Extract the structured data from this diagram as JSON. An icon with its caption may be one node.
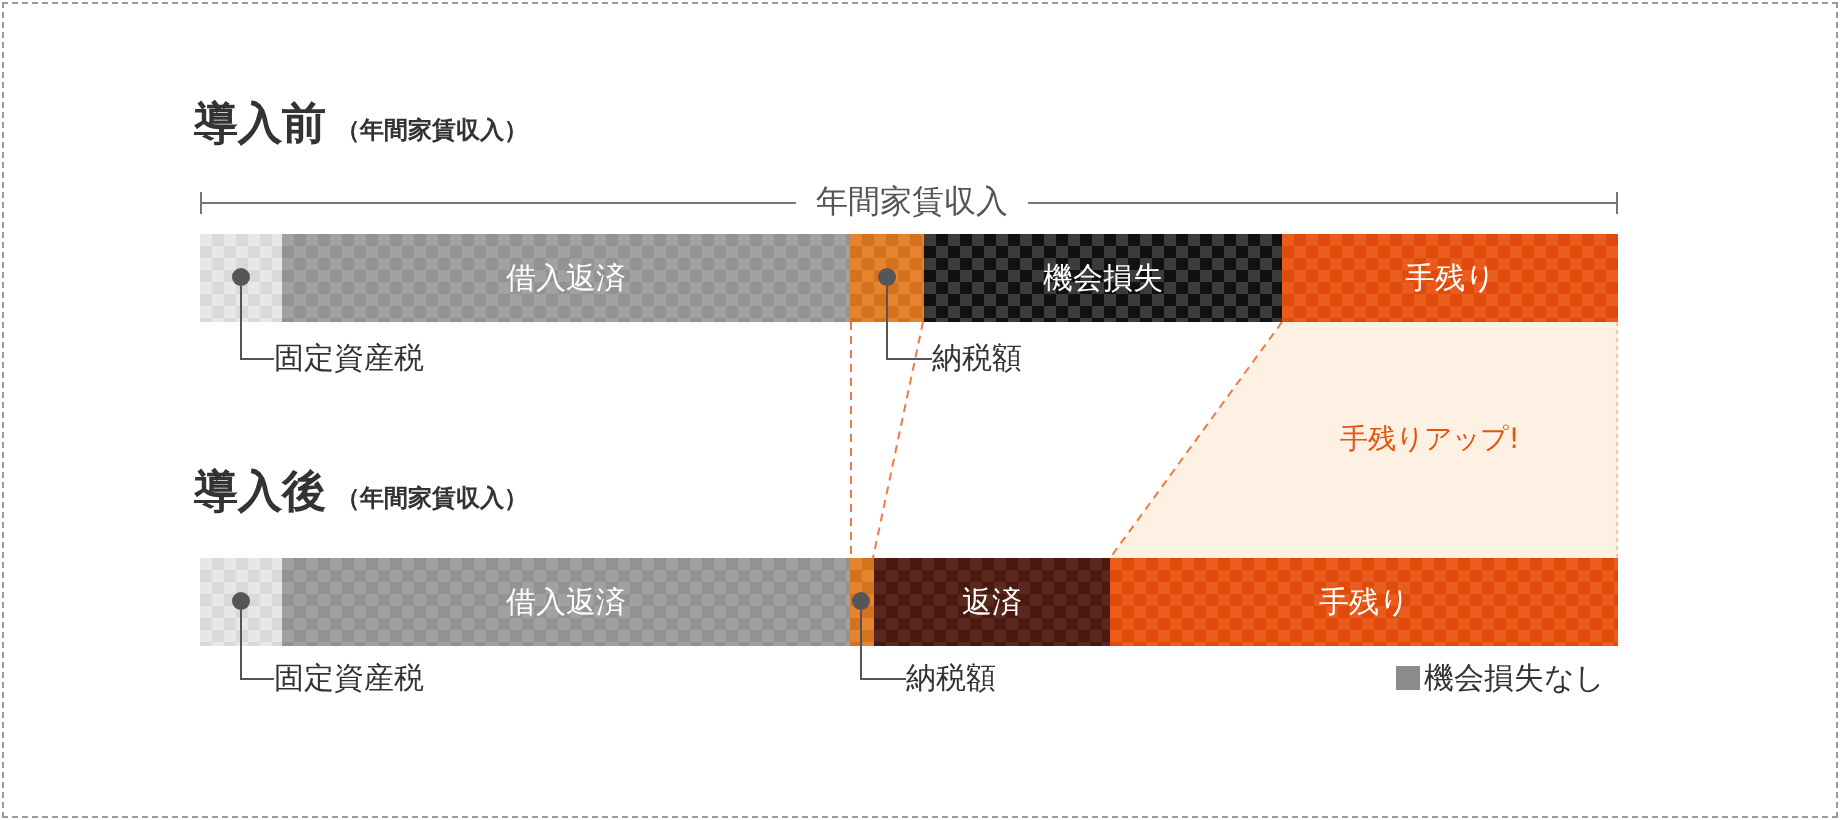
{
  "diagram": {
    "nodes": [
      {
        "text": [],
        "shape": "bar"
      },
      {
        "text": [],
        "shape": "circle",
        "in": 0
      },
      {
        "text": [
          "借入返済"
        ]
      },
      {
        "text": [],
        "shape": "bar"
      },
      {
        "text": [],
        "shape": "circle",
        "in": 3
      },
      {
        "text": [
          "機会損失"
        ]
      },
      {
        "text": [
          "手残り"
        ]
      },
      {
        "text": [
          "固定資産税"
        ]
      },
      {
        "text": [
          "納税額"
        ]
      },
      {
        "text": [
          "手残りアップ!"
        ]
      },
      {
        "text": [],
        "shape": "bar"
      },
      {
        "text": [],
        "shape": "circle",
        "in": 10
      },
      {
        "text": [
          "借入返済"
        ]
      },
      {
        "text": [],
        "shape": "bar"
      },
      {
        "text": [],
        "shape": "circle",
        "in": 13
      },
      {
        "text": [
          "返済"
        ]
      },
      {
        "text": [
          "手残り"
        ]
      },
      {
        "text": [
          "固定資産税"
        ]
      },
      {
        "text": [
          "納税額"
        ]
      }
    ],
    "edges": [
      {
        "from": 7,
        "to": 1,
        "arrow": "none"
      },
      {
        "from": 8,
        "to": 4,
        "arrow": "none"
      },
      {
        "from": 3,
        "to": 13,
        "arrow": "none",
        "style": "dashed",
        "color": "#f07a40"
      },
      {
        "from": 3,
        "to": 13,
        "arrow": "none",
        "style": "dashed",
        "color": "#f07a40"
      },
      {
        "from": 17,
        "to": 11,
        "arrow": "none"
      },
      {
        "from": 18,
        "to": 14,
        "arrow": "none"
      }
    ],
    "labels": [
      "導入前",
      "（年間家賃収入）",
      "年間家賃収入",
      "導入後",
      "（年間家賃収入）",
      "機会損失なし"
    ]
  }
}
